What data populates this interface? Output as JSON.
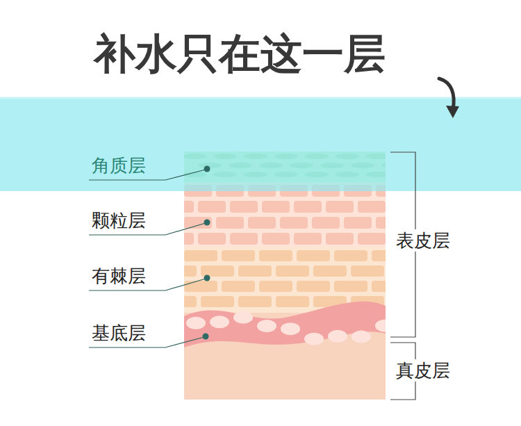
{
  "diagram": {
    "title": "补水只在这一层",
    "labels": [
      "角质层",
      "颗粒层",
      "有棘层",
      "基底层",
      "表皮层",
      "真皮层"
    ]
  }
}
